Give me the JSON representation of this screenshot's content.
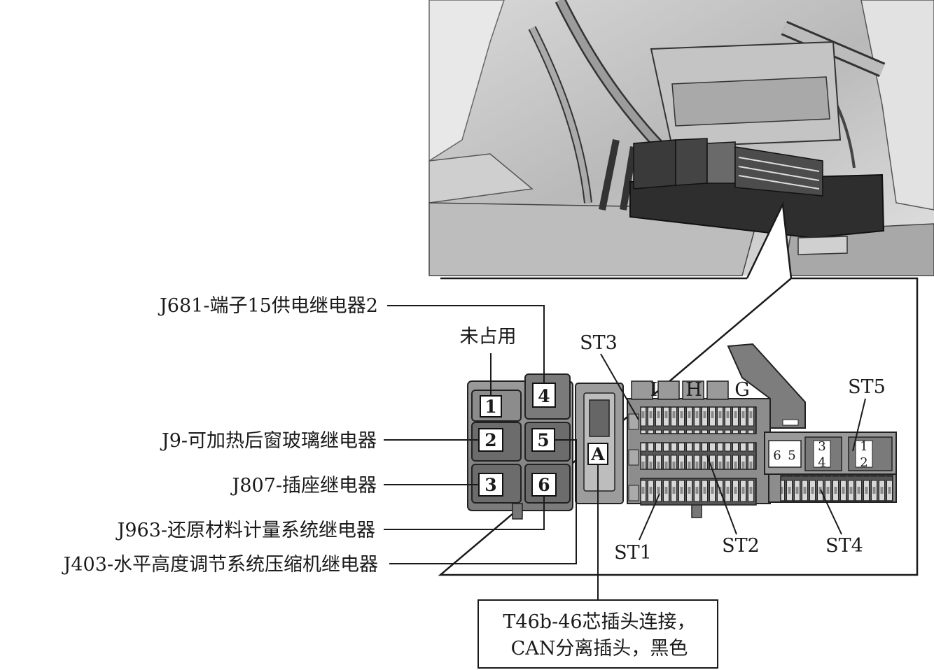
{
  "callouts": {
    "j681": "J681-端子15供电继电器2",
    "unused": "未占用",
    "j9": "J9-可加热后窗玻璃继电器",
    "j807": "J807-插座继电器",
    "j963": "J963-还原材料计量系统继电器",
    "j403": "J403-水平高度调节系统压缩机继电器",
    "connector_line1": "T46b-46芯插头连接，",
    "connector_line2": "CAN分离插头，黑色"
  },
  "relay_slots": [
    "1",
    "2",
    "3",
    "4",
    "5",
    "6"
  ],
  "section_labels": {
    "a": "A",
    "i": "I",
    "h": "H",
    "g": "G",
    "st1": "ST1",
    "st2": "ST2",
    "st3": "ST3",
    "st4": "ST4",
    "st5": "ST5"
  },
  "st5_positions": {
    "p6": "6",
    "p5": "5",
    "p3": "3",
    "p4": "4",
    "p1": "1",
    "p2": "2"
  }
}
